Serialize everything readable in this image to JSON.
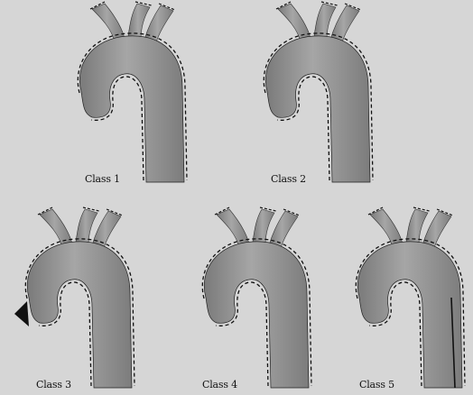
{
  "classes": [
    {
      "label": "Class 1"
    },
    {
      "label": "Class 2"
    },
    {
      "label": "Class 3"
    },
    {
      "label": "Class 4"
    },
    {
      "label": "Class 5"
    }
  ],
  "colors": {
    "background": "#d6d6d6",
    "vessel_fill": "#8a8a8a",
    "vessel_highlight": "#a4a4a4",
    "outline_dash": "#111111"
  }
}
